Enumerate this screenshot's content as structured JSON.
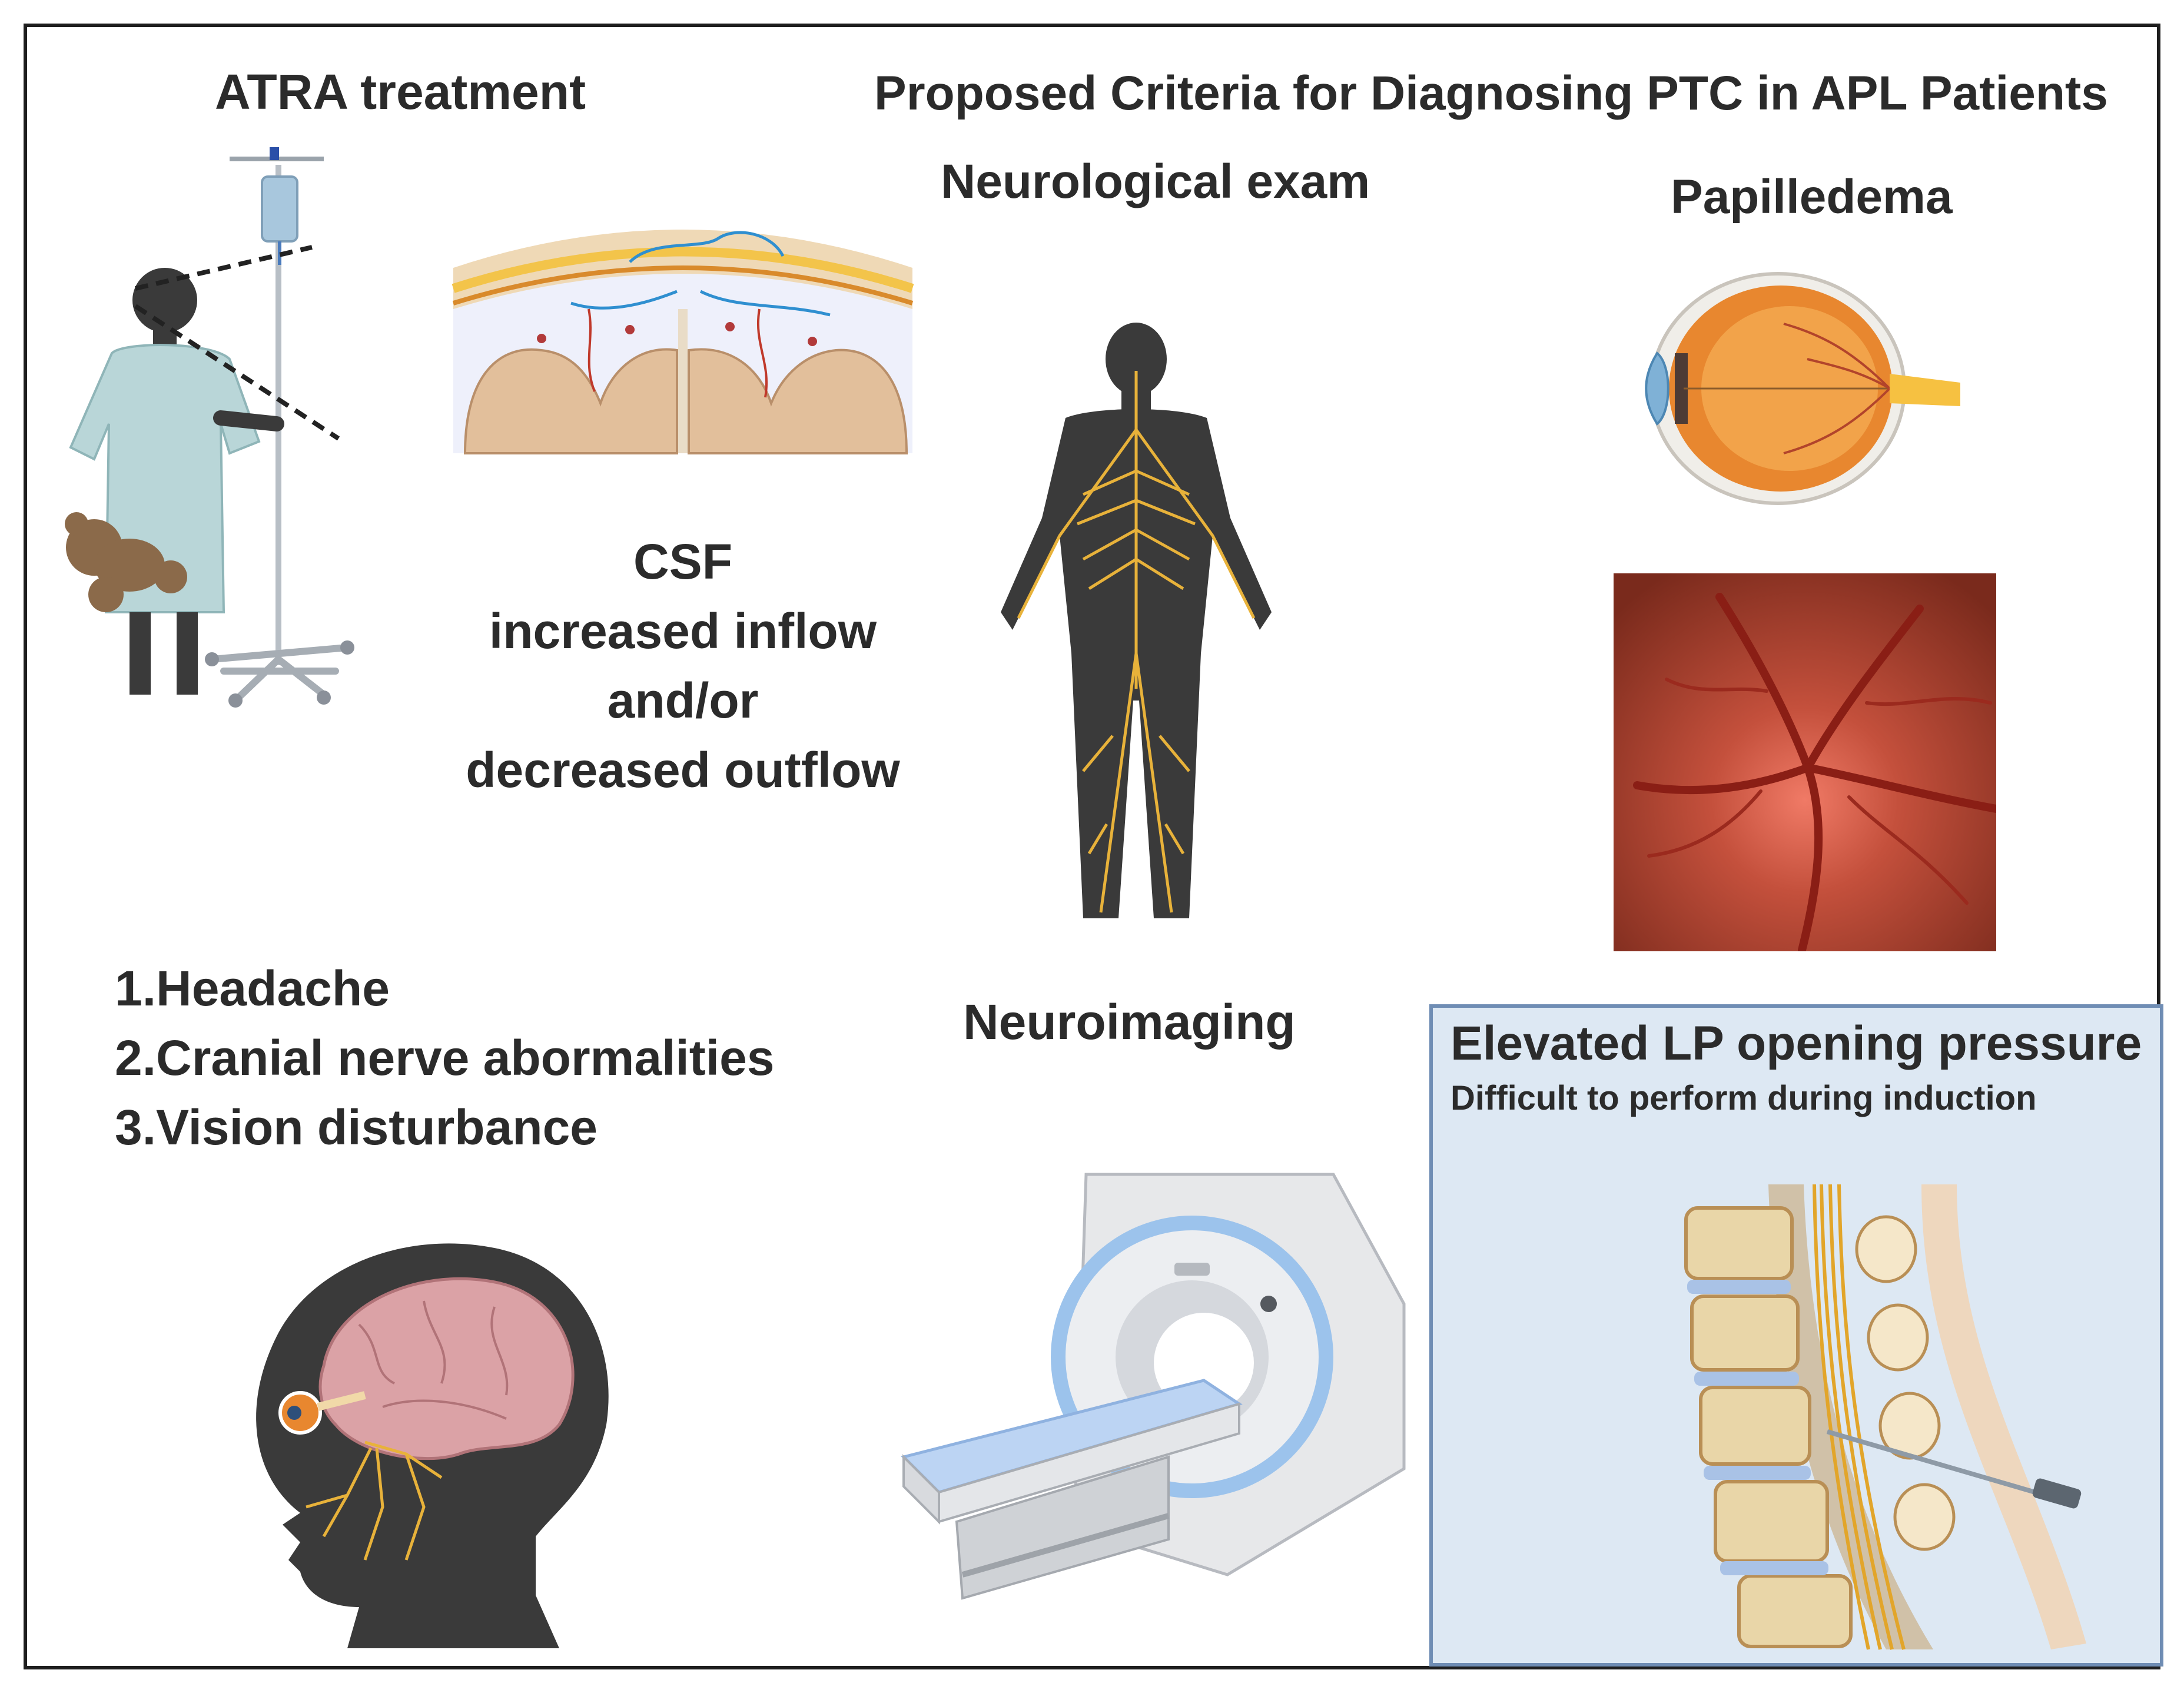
{
  "header": {
    "treatment": "ATRA treatment",
    "criteria_title": "Proposed Criteria for Diagnosing PTC in APL Patients"
  },
  "csf": {
    "line1": "CSF",
    "line2": "increased inflow",
    "line3": "and/or",
    "line4": "decreased outflow"
  },
  "sections": {
    "neuro_exam": "Neurological exam",
    "papilledema": "Papilledema",
    "neuroimaging": "Neuroimaging"
  },
  "symptoms": [
    "1.Headache",
    "2.Cranial nerve abormalities",
    "3.Vision disturbance"
  ],
  "lp": {
    "title": "Elevated LP opening pressure",
    "note": "Difficult to perform  during induction"
  },
  "colors": {
    "text": "#2b2b2b",
    "silhouette": "#3a3a3a",
    "nerve": "#e8b23a",
    "lp_box_fill": "#dde8f3",
    "lp_box_border": "#6f8db4"
  }
}
